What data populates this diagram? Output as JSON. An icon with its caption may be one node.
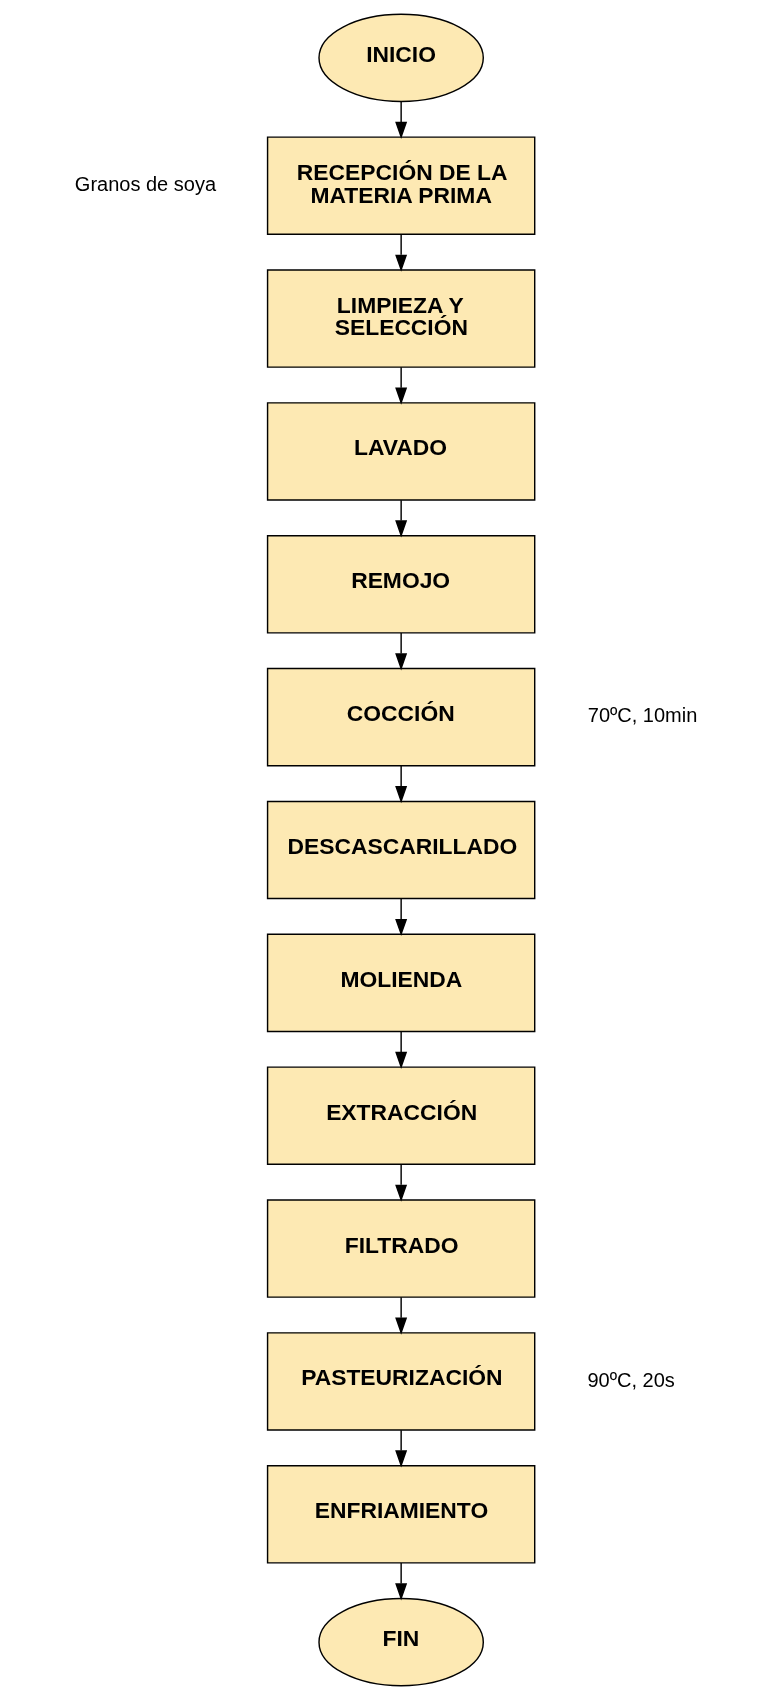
{
  "diagram": {
    "nodes": [
      {
        "text": [
          "INICIO"
        ]
      },
      {
        "text": [
          "RECEPCIÓN DE LA MATERIA PRIMA"
        ],
        "beside": [
          "Granos de soya"
        ]
      },
      {
        "text": [
          "LIMPIEZA Y SELECCIÓN"
        ]
      },
      {
        "text": [
          "LAVADO"
        ]
      },
      {
        "text": [
          "REMOJO"
        ]
      },
      {
        "text": [
          "COCCIÓN"
        ],
        "beside": [
          "70ºC, 10min"
        ]
      },
      {
        "text": [
          "DESCASCARILLADO"
        ]
      },
      {
        "text": [
          "MOLIENDA"
        ]
      },
      {
        "text": [
          "EXTRACCIÓN"
        ]
      },
      {
        "text": [
          "FILTRADO"
        ]
      },
      {
        "text": [
          "PASTEURIZACIÓN"
        ],
        "beside": [
          "90ºC, 20s"
        ]
      },
      {
        "text": [
          "ENFRIAMIENTO"
        ]
      },
      {
        "text": [
          "FIN"
        ]
      }
    ],
    "edges": [
      {
        "from": 0,
        "to": 1,
        "arrow": "to"
      },
      {
        "from": 1,
        "to": 2,
        "arrow": "to"
      },
      {
        "from": 2,
        "to": 3,
        "arrow": "to"
      },
      {
        "from": 3,
        "to": 4,
        "arrow": "to"
      },
      {
        "from": 4,
        "to": 5,
        "arrow": "to"
      },
      {
        "from": 5,
        "to": 6,
        "arrow": "to"
      },
      {
        "from": 6,
        "to": 7,
        "arrow": "to"
      },
      {
        "from": 7,
        "to": 8,
        "arrow": "to"
      },
      {
        "from": 8,
        "to": 9,
        "arrow": "to"
      },
      {
        "from": 9,
        "to": 10,
        "arrow": "to"
      },
      {
        "from": 10,
        "to": 11,
        "arrow": "to"
      },
      {
        "from": 11,
        "to": 12,
        "arrow": "to"
      }
    ]
  }
}
